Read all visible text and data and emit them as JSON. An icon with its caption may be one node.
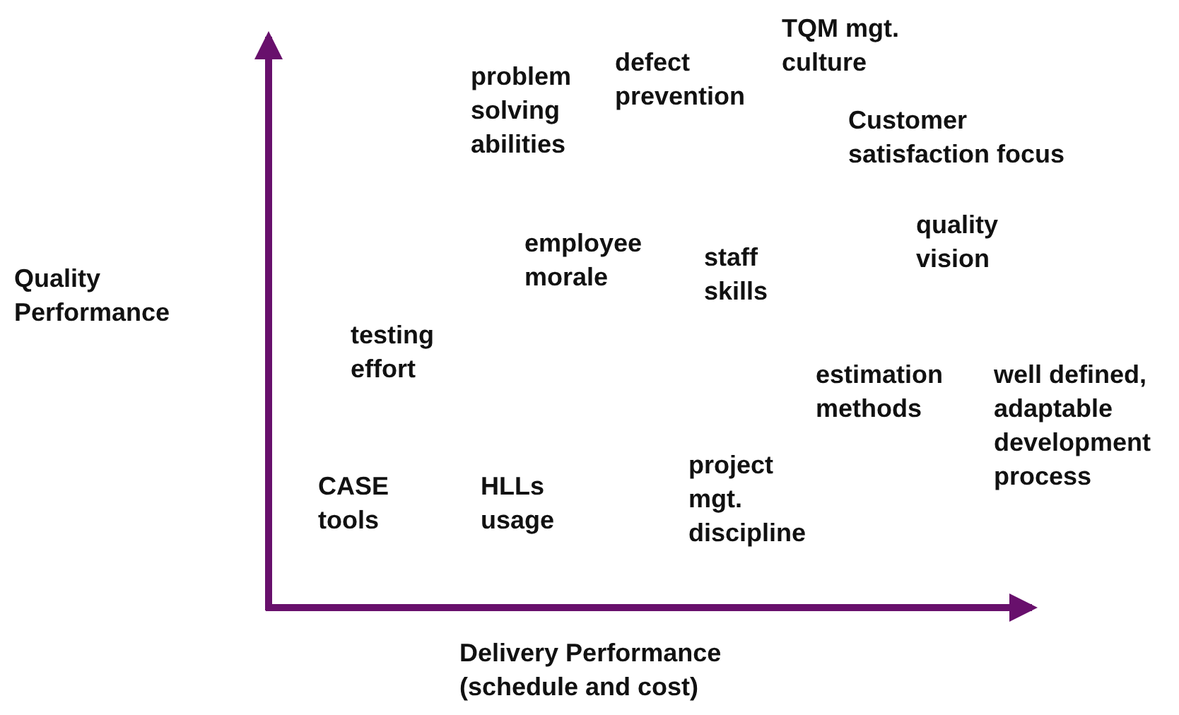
{
  "diagram": {
    "labels": [
      "TQM mgt. culture",
      "problem solving abilities",
      "defect prevention",
      "Customer satisfaction focus",
      "quality vision",
      "Quality Performance",
      "employee morale",
      "staff skills",
      "testing effort",
      "estimation methods",
      "well defined, adaptable development process",
      "project mgt. discipline",
      "CASE tools",
      "HLLs usage",
      "Delivery Performance (schedule and cost)"
    ]
  }
}
